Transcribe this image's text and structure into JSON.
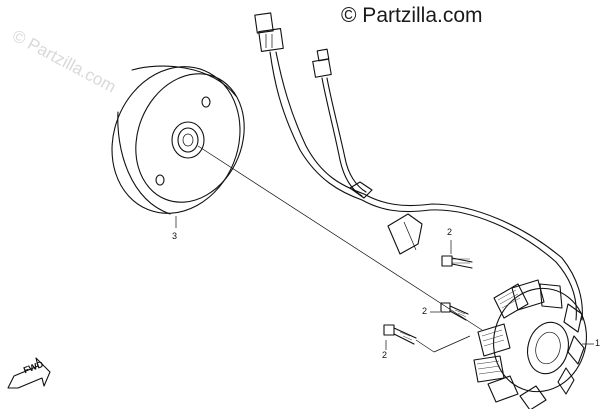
{
  "watermarks": {
    "main": "© Partzilla.com",
    "faint": "© Partzilla.com"
  },
  "callouts": {
    "flywheel": "3",
    "stator": "1",
    "bolt_upper": "2",
    "bolt_middle": "2",
    "bolt_lower": "2"
  },
  "direction_marker": "FWD",
  "colors": {
    "line": "#111111",
    "background": "#ffffff",
    "watermark_faint": "#d9d9d9"
  }
}
